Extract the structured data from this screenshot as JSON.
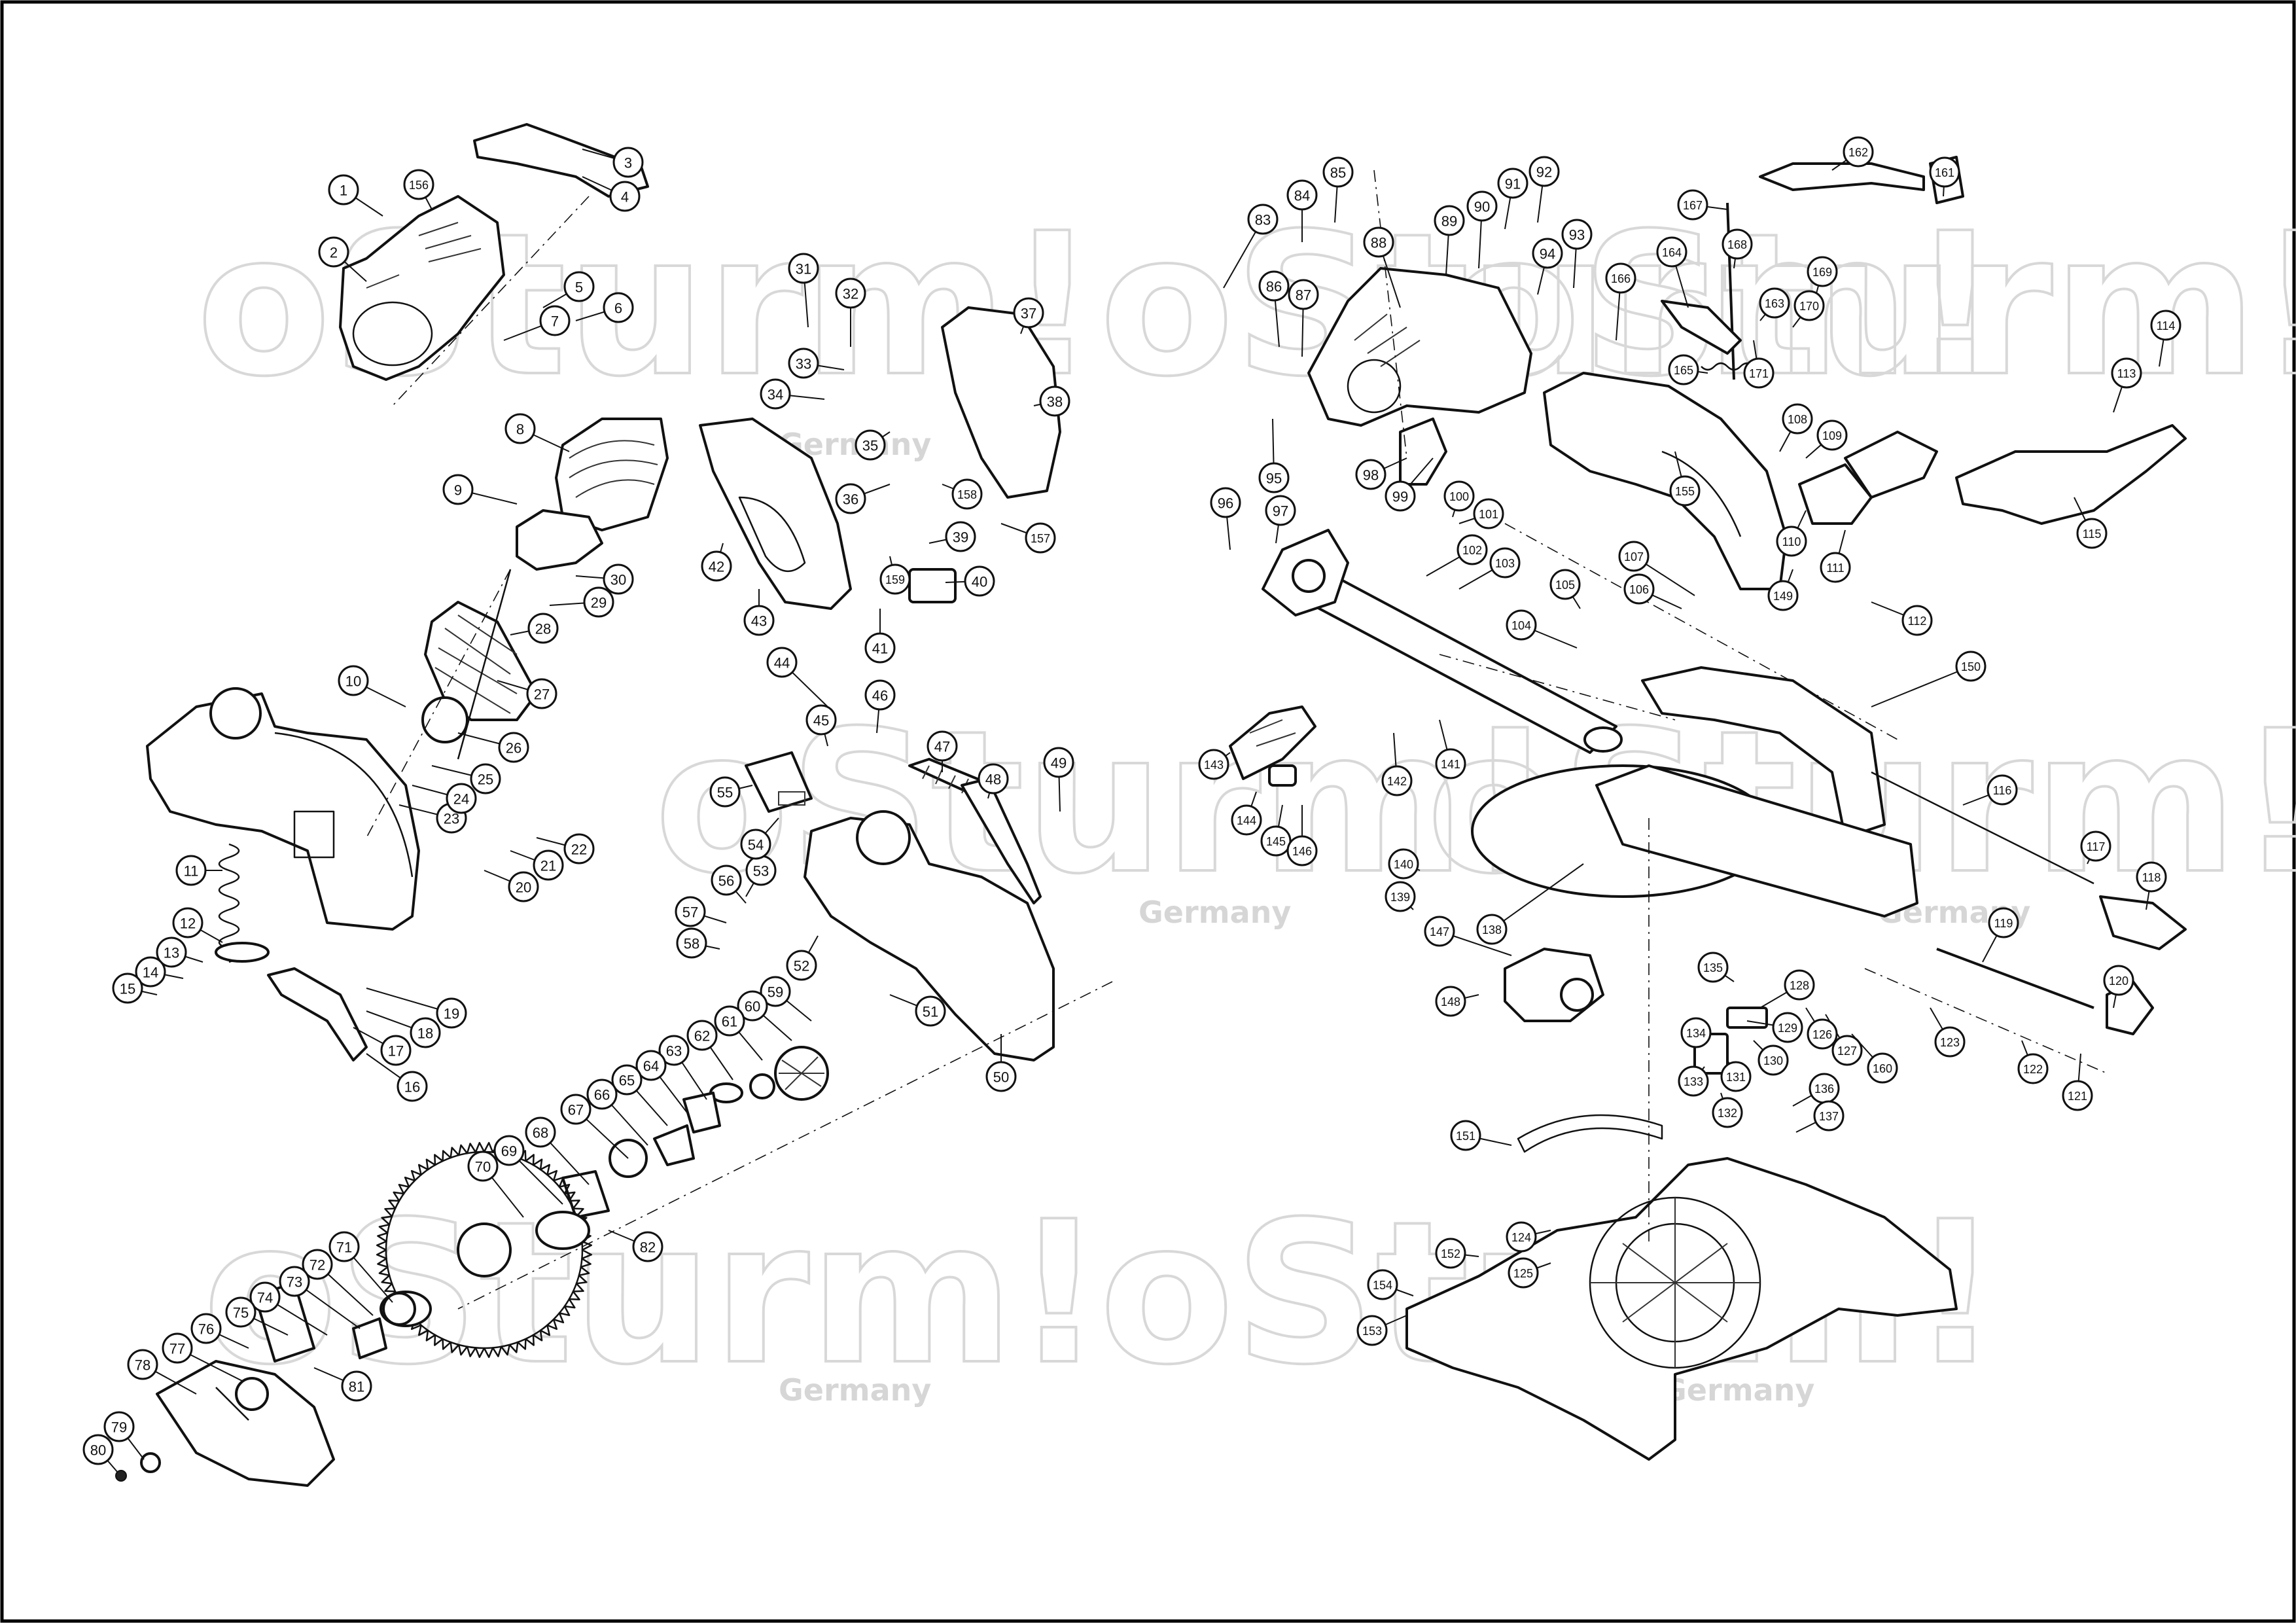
{
  "watermark": {
    "brand": "oSturm!",
    "subtitle": "Germany"
  },
  "callouts": [
    "1",
    "2",
    "3",
    "4",
    "5",
    "6",
    "7",
    "8",
    "9",
    "10",
    "11",
    "12",
    "13",
    "14",
    "15",
    "16",
    "17",
    "18",
    "19",
    "20",
    "21",
    "22",
    "23",
    "24",
    "25",
    "26",
    "27",
    "28",
    "29",
    "30",
    "31",
    "32",
    "33",
    "34",
    "35",
    "36",
    "37",
    "38",
    "39",
    "40",
    "41",
    "42",
    "43",
    "44",
    "45",
    "46",
    "47",
    "48",
    "49",
    "50",
    "51",
    "52",
    "53",
    "54",
    "55",
    "56",
    "57",
    "58",
    "59",
    "60",
    "61",
    "62",
    "63",
    "64",
    "65",
    "66",
    "67",
    "68",
    "69",
    "70",
    "71",
    "72",
    "73",
    "74",
    "75",
    "76",
    "77",
    "78",
    "79",
    "80",
    "81",
    "82",
    "83",
    "84",
    "85",
    "86",
    "87",
    "88",
    "89",
    "90",
    "91",
    "92",
    "93",
    "94",
    "95",
    "96",
    "97",
    "98",
    "99",
    "100",
    "101",
    "102",
    "103",
    "104",
    "105",
    "106",
    "107",
    "108",
    "109",
    "110",
    "111",
    "112",
    "113",
    "114",
    "115",
    "116",
    "117",
    "118",
    "119",
    "120",
    "121",
    "122",
    "123",
    "124",
    "125",
    "126",
    "127",
    "128",
    "129",
    "130",
    "131",
    "132",
    "133",
    "134",
    "135",
    "136",
    "137",
    "138",
    "139",
    "140",
    "141",
    "142",
    "143",
    "144",
    "145",
    "146",
    "147",
    "148",
    "149",
    "150",
    "151",
    "152",
    "153",
    "154",
    "155",
    "156",
    "157",
    "158",
    "159",
    "160",
    "161",
    "162",
    "163",
    "164",
    "165",
    "166",
    "167",
    "168",
    "169",
    "170",
    "171"
  ]
}
